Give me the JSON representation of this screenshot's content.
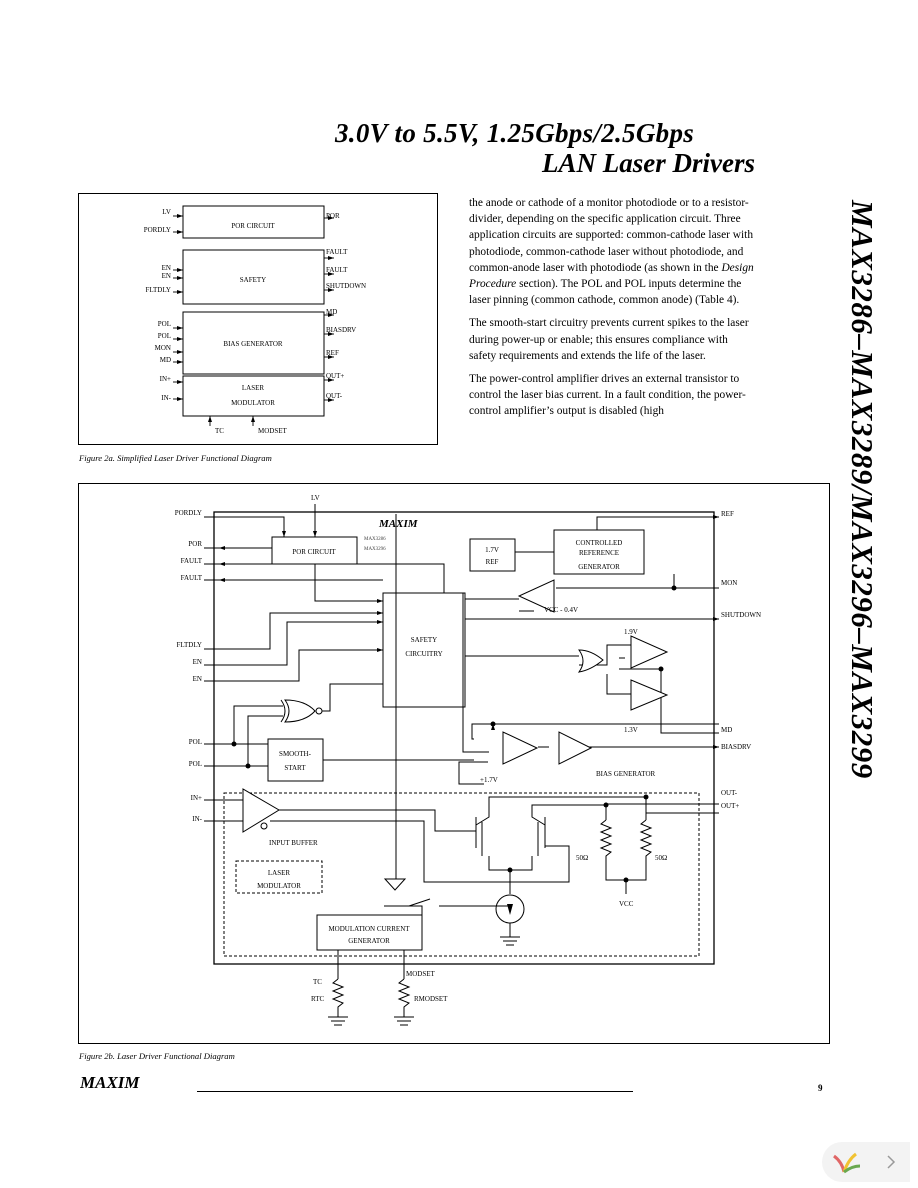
{
  "header": {
    "line1": "3.0V to 5.5V, 1.25Gbps/2.5Gbps",
    "line2": "LAN Laser Drivers"
  },
  "side_title": "MAX3286–MAX3289/MAX3296–MAX3299",
  "body": {
    "p1_a": "the anode or cathode of a monitor photodiode or to a resistor-divider,  depending on the specific application circuit.  Three application circuits are supported: common-cathode laser with photodiode, common-cathode laser without photodiode, and common-anode laser with photodiode (as shown in the ",
    "p1_em": "Design Procedure",
    "p1_b": " section). The POL and POL inputs determine the laser pinning (common cathode, common anode) (Table 4).",
    "p2": "The smooth-start circuitry prevents current spikes to the laser during power-up or enable; this ensures compliance with safety requirements and extends the life of the laser.",
    "p3": "The power-control amplifier drives an external transistor to control the laser bias current. In a fault condition, the power-control amplifier’s output is disabled (high"
  },
  "fig2a": {
    "caption": "Figure 2a. Simplified Laser Driver Functional Diagram",
    "blocks": {
      "por": "POR CIRCUIT",
      "safety": "SAFETY",
      "bias": "BIAS GENERATOR",
      "mod1": "LASER",
      "mod2": "MODULATOR"
    },
    "left_pins": {
      "lv": "LV",
      "pordly": "PORDLY",
      "en1": "EN",
      "en2": "EN",
      "fltdly": "FLTDLY",
      "pol1": "POL",
      "pol2": "POL",
      "mon": "MON",
      "md": "MD",
      "inp": "IN+",
      "inn": "IN-"
    },
    "right_pins": {
      "por": "POR",
      "fault1": "FAULT",
      "fault2": "FAULT",
      "shutdown": "SHUTDOWN",
      "md": "MD",
      "biasdrv": "BIASDRV",
      "ref": "REF",
      "outp": "OUT+",
      "outn": "OUT-"
    },
    "bottom_pins": {
      "tc": "TC",
      "modset": "MODSET"
    }
  },
  "fig2b": {
    "caption": "Figure 2b. Laser Driver Functional Diagram",
    "brand": "MAXIM",
    "part1": "MAX3286",
    "part2": "MAX3296",
    "lv": "LV",
    "left_pins": {
      "pordly": "PORDLY",
      "por": "POR",
      "fault1": "FAULT",
      "fault2": "FAULT",
      "fltdly": "FLTDLY",
      "en1": "EN",
      "en2": "EN",
      "pol1": "POL",
      "pol2": "POL",
      "inp": "IN+",
      "inn": "IN-"
    },
    "right_pins": {
      "ref": "REF",
      "mon": "MON",
      "shutdown": "SHUTDOWN",
      "md": "MD",
      "biasdrv": "BIASDRV",
      "outn": "OUT-",
      "outp": "OUT+"
    },
    "blocks": {
      "por": "POR CIRCUIT",
      "ref17_1": "1.7V",
      "ref17_2": "REF",
      "ctrl1": "CONTROLLED",
      "ctrl2": "REFERENCE",
      "ctrl3": "GENERATOR",
      "safety1": "SAFETY",
      "safety2": "CIRCUITRY",
      "smooth1": "SMOOTH-",
      "smooth2": "START",
      "inbuf": "INPUT BUFFER",
      "lmod1": "LASER",
      "lmod2": "MODULATOR",
      "modgen1": "MODULATION CURRENT",
      "modgen2": "GENERATOR",
      "biasgen": "BIAS GENERATOR"
    },
    "labels": {
      "vcc_minus": "VCC - 0.4V",
      "v19": "1.9V",
      "v13": "1.3V",
      "v17": "+1.7V",
      "r1": "50Ω",
      "r2": "50Ω",
      "vcc": "VCC",
      "tc": "TC",
      "modset": "MODSET",
      "rtc": "RTC",
      "rmod": "RMODSET"
    }
  },
  "footer": {
    "logo": "MAXIM",
    "page": "9"
  }
}
